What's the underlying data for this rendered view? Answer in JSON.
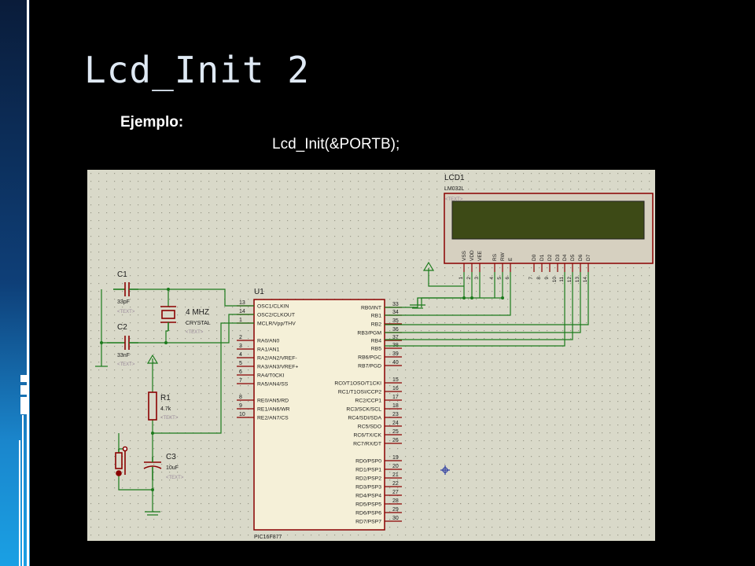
{
  "slide": {
    "title": "Lcd_Init 2",
    "example_label": "Ejemplo:",
    "example_code": "Lcd_Init(&PORTB);"
  },
  "colors": {
    "background": "#000000",
    "title": "#dfe9f4",
    "sidebar_top": "#0a1c3a",
    "sidebar_bottom": "#1aa0e4",
    "schematic_bg": "#d9d9c9",
    "wire": "#1b7a1b",
    "component": "#8a0000",
    "chip_fill": "#f5f0d8",
    "lcd_screen": "#3d4a16"
  },
  "schematic": {
    "lcd": {
      "ref": "LCD1",
      "part": "LM032L",
      "text": "<TEXT>",
      "pins": [
        "VSS",
        "VDD",
        "VEE",
        "RS",
        "RW",
        "E",
        "D0",
        "D1",
        "D2",
        "D3",
        "D4",
        "D5",
        "D6",
        "D7"
      ],
      "pin_numbers": [
        "1",
        "2",
        "3",
        "4",
        "5",
        "6",
        "7",
        "8",
        "9",
        "10",
        "11",
        "12",
        "13",
        "14"
      ]
    },
    "mcu": {
      "ref": "U1",
      "part": "PIC16F877",
      "left_pins": [
        {
          "num": "13",
          "name": "OSC1/CLKIN"
        },
        {
          "num": "14",
          "name": "OSC2/CLKOUT"
        },
        {
          "num": "1",
          "name": "MCLR/Vpp/THV"
        },
        {
          "num": "2",
          "name": "RA0/AN0"
        },
        {
          "num": "3",
          "name": "RA1/AN1"
        },
        {
          "num": "4",
          "name": "RA2/AN2/VREF-"
        },
        {
          "num": "5",
          "name": "RA3/AN3/VREF+"
        },
        {
          "num": "6",
          "name": "RA4/T0CKI"
        },
        {
          "num": "7",
          "name": "RA5/AN4/SS"
        },
        {
          "num": "8",
          "name": "RE0/AN5/RD"
        },
        {
          "num": "9",
          "name": "RE1/AN6/WR"
        },
        {
          "num": "10",
          "name": "RE2/AN7/CS"
        }
      ],
      "right_pins": [
        {
          "num": "33",
          "name": "RB0/INT"
        },
        {
          "num": "34",
          "name": "RB1"
        },
        {
          "num": "35",
          "name": "RB2"
        },
        {
          "num": "36",
          "name": "RB3/PGM"
        },
        {
          "num": "37",
          "name": "RB4"
        },
        {
          "num": "38",
          "name": "RB5"
        },
        {
          "num": "39",
          "name": "RB6/PGC"
        },
        {
          "num": "40",
          "name": "RB7/PGD"
        },
        {
          "num": "15",
          "name": "RC0/T1OSO/T1CKI"
        },
        {
          "num": "16",
          "name": "RC1/T1OSI/CCP2"
        },
        {
          "num": "17",
          "name": "RC2/CCP1"
        },
        {
          "num": "18",
          "name": "RC3/SCK/SCL"
        },
        {
          "num": "23",
          "name": "RC4/SDI/SDA"
        },
        {
          "num": "24",
          "name": "RC5/SDO"
        },
        {
          "num": "25",
          "name": "RC6/TX/CK"
        },
        {
          "num": "26",
          "name": "RC7/RX/DT"
        },
        {
          "num": "19",
          "name": "RD0/PSP0"
        },
        {
          "num": "20",
          "name": "RD1/PSP1"
        },
        {
          "num": "21",
          "name": "RD2/PSP2"
        },
        {
          "num": "22",
          "name": "RD3/PSP3"
        },
        {
          "num": "27",
          "name": "RD4/PSP4"
        },
        {
          "num": "28",
          "name": "RD5/PSP5"
        },
        {
          "num": "29",
          "name": "RD6/PSP6"
        },
        {
          "num": "30",
          "name": "RD7/PSP7"
        }
      ]
    },
    "c1": {
      "ref": "C1",
      "value": "33pF",
      "text": "<TEXT>"
    },
    "c2": {
      "ref": "C2",
      "value": "33nF",
      "text": "<TEXT>"
    },
    "crystal": {
      "ref": "4 MHZ",
      "value": "CRYSTAL",
      "text": "<TEXT>"
    },
    "r1": {
      "ref": "R1",
      "value": "4.7k",
      "text": "<TEXT>"
    },
    "c3": {
      "ref": "C3",
      "value": "10uF",
      "text": "<TEXT>"
    }
  }
}
